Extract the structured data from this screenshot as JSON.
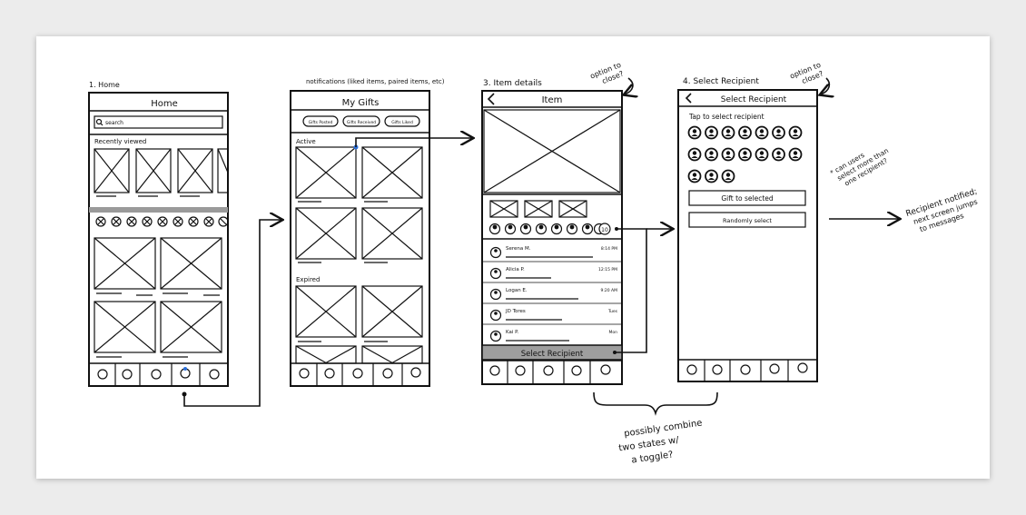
{
  "screens": {
    "home": {
      "caption": "1. Home",
      "title": "Home",
      "search_placeholder": "search",
      "recently_viewed": "Recently viewed"
    },
    "gifts": {
      "caption": "notifications (liked items, paired items, etc)",
      "title": "My Gifts",
      "filters": [
        "Gifts Posted",
        "Gifts Received",
        "Gifts Liked"
      ],
      "section_active": "Active",
      "section_expired": "Expired"
    },
    "item": {
      "caption": "3. Item details",
      "title": "Item",
      "overflow_count": "10",
      "messages": [
        {
          "name": "Serena M.",
          "time": "8:14 PM"
        },
        {
          "name": "Alicia P.",
          "time": "12:15 PM"
        },
        {
          "name": "Logan E.",
          "time": "9:20 AM"
        },
        {
          "name": "JD Tores",
          "time": "Tues"
        },
        {
          "name": "Kai P.",
          "time": "Mon"
        }
      ],
      "select_button": "Select Recipient"
    },
    "recipient": {
      "caption": "4. Select Recipient",
      "title": "Select Recipient",
      "instruction": "Tap to select recipient",
      "gift_button": "Gift to selected",
      "random_button": "Randomly select"
    }
  },
  "notes": {
    "option_to_close_a": [
      "option to",
      "close?"
    ],
    "option_to_close_b": [
      "option to",
      "close?"
    ],
    "multi_select": [
      "* can users",
      "select more than",
      "one recipient?"
    ],
    "recipient_notified": [
      "Recipient notified;",
      "next screen jumps",
      "to messages"
    ],
    "combine_states": [
      "possibly combine",
      "two states w/",
      "a toggle?"
    ]
  }
}
